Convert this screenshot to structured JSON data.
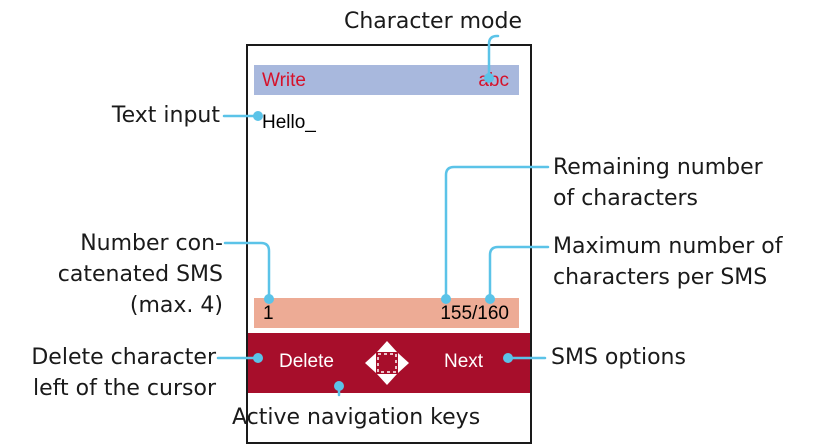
{
  "screen": {
    "title_left": "Write",
    "title_right": "abc",
    "input_text": "Hello_",
    "sms_count": "1",
    "char_counter": "155/160",
    "softkey_left": "Delete",
    "softkey_right": "Next"
  },
  "callouts": {
    "character_mode": "Character mode",
    "text_input": "Text input",
    "remaining_line1": "Remaining number",
    "remaining_line2": "of characters",
    "max_line1": "Maximum number of",
    "max_line2": "characters per SMS",
    "concat_line1": "Number con-",
    "concat_line2": "catenated SMS",
    "concat_line3": "(max. 4)",
    "delete_line1": "Delete character",
    "delete_line2": "left of the cursor",
    "sms_options": "SMS options",
    "nav_keys": "Active navigation keys"
  },
  "colors": {
    "title_bar": "#a8b8dd",
    "title_text": "#d6112a",
    "status_bar": "#edab95",
    "softkey_bar": "#a70e2b",
    "callout_line": "#5bc3e8"
  },
  "icons": {
    "navigation": "four-way-arrow-icon"
  }
}
